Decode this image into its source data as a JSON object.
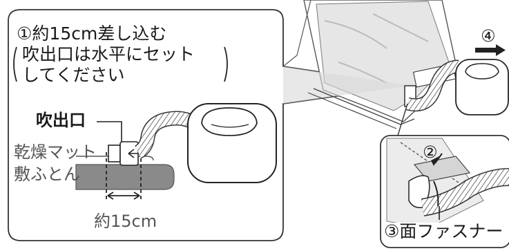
{
  "steps": {
    "step1": "①約15cm差し込む",
    "step1_note_line1": "吹出口は水平にセット",
    "step1_note_line2": "してください",
    "step2": "②",
    "step3": "③面ファスナー",
    "step4": "④"
  },
  "labels": {
    "outlet": "吹出口",
    "drying_mat": "乾燥マット",
    "futon": "敷ふとん",
    "depth": "約15cm"
  }
}
